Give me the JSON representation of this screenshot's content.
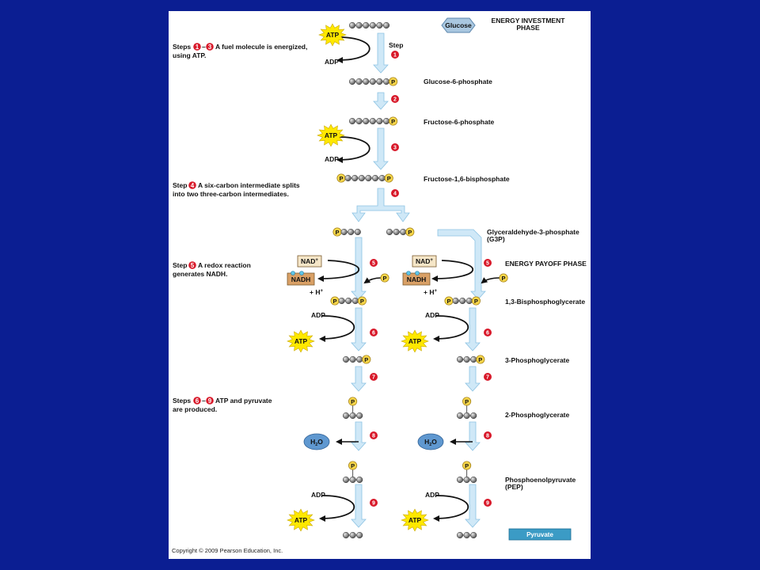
{
  "header": {
    "glucose": "Glucose",
    "investment_phase": [
      "ENERGY INVESTMENT",
      "PHASE"
    ],
    "payoff_phase": "ENERGY PAYOFF PHASE",
    "step_word": "Step"
  },
  "molecules": {
    "g6p": "Glucose-6-phosphate",
    "f6p": "Fructose-6-phosphate",
    "f16bp": "Fructose-1,6-bisphosphate",
    "g3p": [
      "Glyceraldehyde-3-phosphate",
      "(G3P)"
    ],
    "bpg": "1,3-Bisphosphoglycerate",
    "pg3": "3-Phosphoglycerate",
    "pg2": "2-Phosphoglycerate",
    "pep": [
      "Phosphoenolpyruvate",
      "(PEP)"
    ],
    "pyruvate": "Pyruvate"
  },
  "notes": {
    "steps_1_3": {
      "prefix": "Steps",
      "a": "1",
      "dash": "–",
      "b": "3",
      "line1": "A fuel molecule is energized,",
      "line2": "using ATP."
    },
    "step_4": {
      "prefix": "Step",
      "a": "4",
      "line1": "A six-carbon intermediate splits",
      "line2": "into two three-carbon intermediates."
    },
    "step_5": {
      "prefix": "Step",
      "a": "5",
      "line1": "A redox reaction",
      "line2": "generates NADH."
    },
    "steps_6_9": {
      "prefix": "Steps",
      "a": "6",
      "dash": "–",
      "b": "9",
      "line1": "ATP and pyruvate",
      "line2": "are produced."
    }
  },
  "labels": {
    "atp": "ATP",
    "adp": "ADP",
    "p": "P",
    "nad": "NAD",
    "nadh": "NADH",
    "h_plus": "+ H",
    "plus_sup": "+",
    "h2o_h": "H",
    "h2o_2": "2",
    "h2o_o": "O"
  },
  "step_numbers": [
    "1",
    "2",
    "3",
    "4",
    "5",
    "6",
    "7",
    "8",
    "9"
  ],
  "footer": {
    "copyright": "Copyright © 2009 Pearson Education, Inc."
  },
  "colors": {
    "background": "#0b1e92",
    "step_badge": "#d8192a",
    "arrow": "#cfe8f7",
    "arrow_stroke": "#8cc3e3",
    "phosphate": "#f5d54a",
    "atp_star": "#ffe800",
    "nad_box": "#f5e6c8",
    "nadh_box": "#d9a066",
    "water": "#5f98d0",
    "pyruvate_box": "#3b9bc5"
  }
}
